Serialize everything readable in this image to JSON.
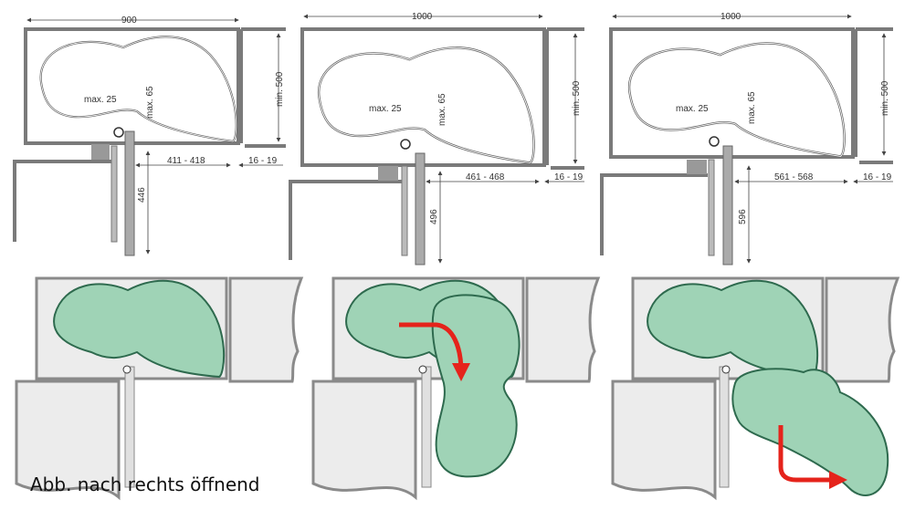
{
  "top_panels": [
    {
      "width": "900",
      "depth": "min. 500",
      "max_offset": "max. 25",
      "max_depth": "max. 65",
      "span": "411 - 418",
      "gap": "16 - 19",
      "door": "446"
    },
    {
      "width": "1000",
      "depth": "min. 500",
      "max_offset": "max. 25",
      "max_depth": "max. 65",
      "span": "461 - 468",
      "gap": "16 - 19",
      "door": "496"
    },
    {
      "width": "1000",
      "depth": "min. 500",
      "max_offset": "max. 25",
      "max_depth": "max. 65",
      "span": "561 - 568",
      "gap": "16 - 19",
      "door": "596"
    }
  ],
  "caption": "Abb. nach rechts öffnend",
  "colors": {
    "shelf": "#9fd3b6",
    "shelf_outline": "#2e6a4e",
    "arrow": "#e5231b",
    "cabinet": "#7a7a7a"
  }
}
